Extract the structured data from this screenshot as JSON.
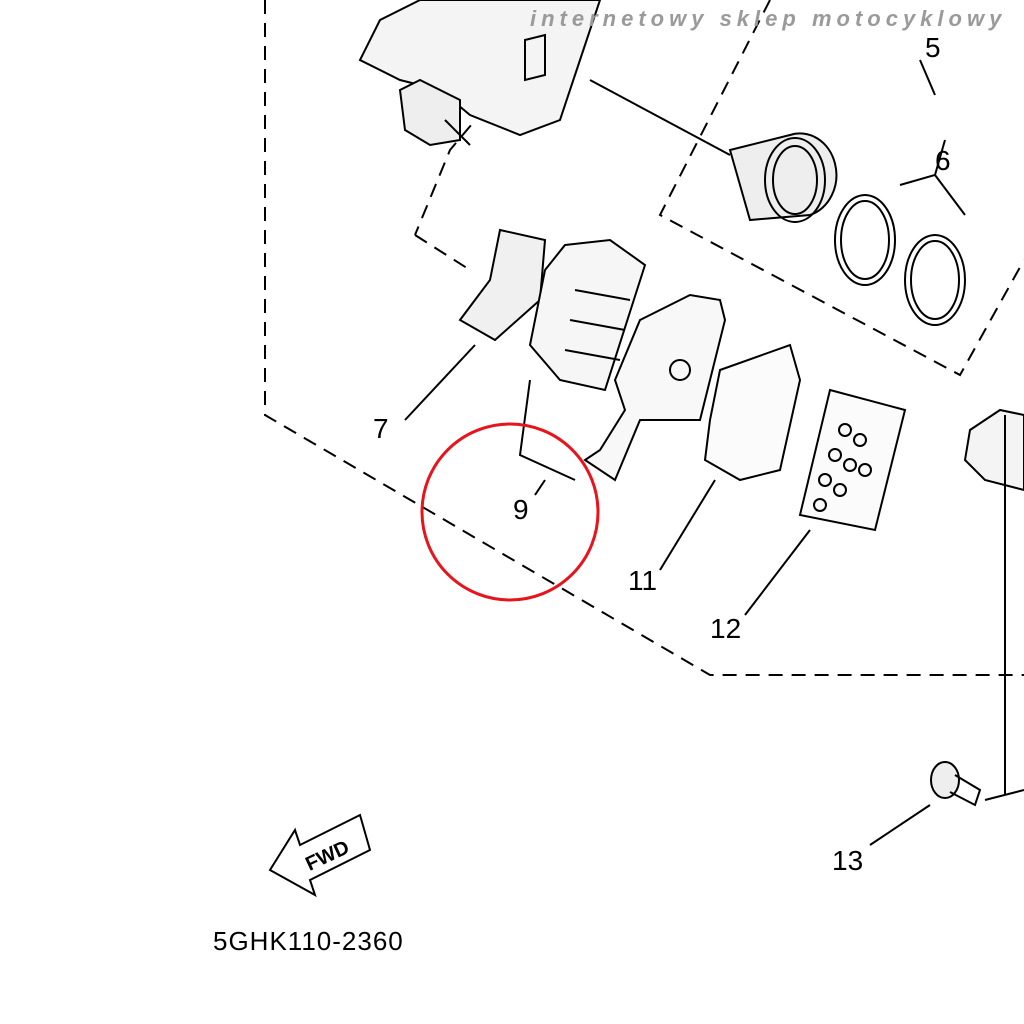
{
  "watermark": {
    "tagline": "internetowy sklep motocyklowy"
  },
  "callouts": [
    "5",
    "6",
    "7",
    "9",
    "11",
    "12",
    "13"
  ],
  "fwd_label": "FWD",
  "diagram_code": "5GHK110-2360",
  "colors": {
    "highlight": "#e8141c",
    "line": "#000000",
    "watermark": "#9a9a9a"
  }
}
